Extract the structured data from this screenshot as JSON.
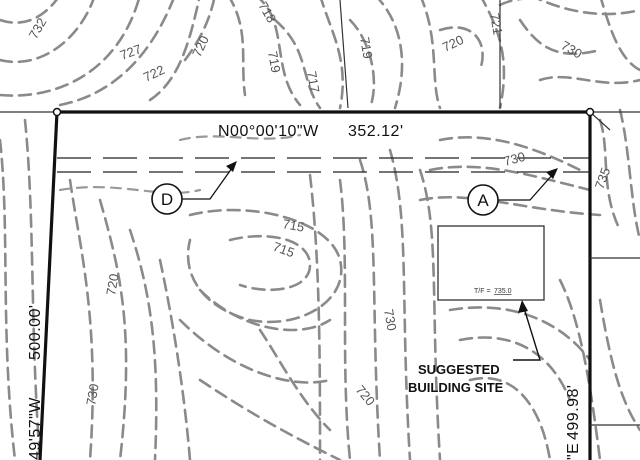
{
  "plan": {
    "north_bearing": "N00°00'10\"W",
    "north_distance": "352.12'",
    "west_bearing_partial": "49'57\"W",
    "west_distance": "500.00'",
    "east_bearing_partial": "\"E",
    "east_distance": "499.98'",
    "callout_a": "A",
    "callout_d": "D",
    "building_site_line1": "SUGGESTED",
    "building_site_line2": "BUILDING SITE",
    "top_of_foundation_label": "T/F =",
    "top_of_foundation_value": "735.0"
  },
  "contour_labels": [
    {
      "text": "732"
    },
    {
      "text": "727"
    },
    {
      "text": "722"
    },
    {
      "text": "720"
    },
    {
      "text": "718"
    },
    {
      "text": "719"
    },
    {
      "text": "717"
    },
    {
      "text": "719"
    },
    {
      "text": "720"
    },
    {
      "text": "721"
    },
    {
      "text": "730"
    },
    {
      "text": "730"
    },
    {
      "text": "735"
    },
    {
      "text": "715"
    },
    {
      "text": "715"
    },
    {
      "text": "720"
    },
    {
      "text": "730"
    },
    {
      "text": "730"
    },
    {
      "text": "720"
    }
  ],
  "colors": {
    "contour": "#8a8a8a",
    "boundary": "#111111",
    "background": "#ffffff"
  }
}
